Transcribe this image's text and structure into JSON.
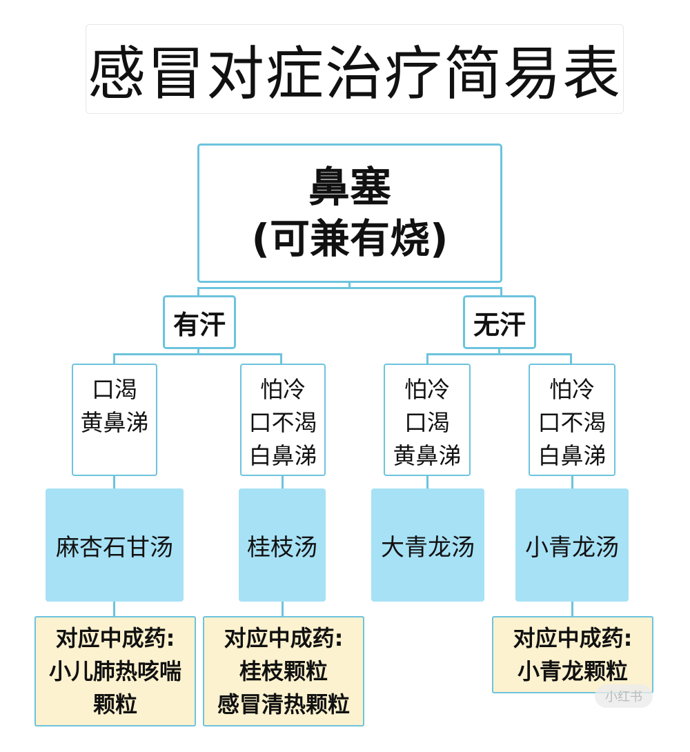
{
  "title": "感冒对症治疗简易表",
  "root": {
    "line1": "鼻塞",
    "line2": "(可兼有烧)"
  },
  "branches": [
    {
      "label": "有汗",
      "items": [
        {
          "symptoms": [
            "口渴",
            "黄鼻涕"
          ],
          "remedy": "麻杏石甘汤",
          "medicine": [
            "对应中成药:",
            "小儿肺热咳喘",
            "颗粒"
          ]
        },
        {
          "symptoms": [
            "怕冷",
            "口不渴",
            "白鼻涕"
          ],
          "remedy": "桂枝汤",
          "medicine": [
            "对应中成药:",
            "桂枝颗粒",
            "感冒清热颗粒"
          ]
        }
      ]
    },
    {
      "label": "无汗",
      "items": [
        {
          "symptoms": [
            "怕冷",
            "口渴",
            "黄鼻涕"
          ],
          "remedy": "大青龙汤",
          "medicine": []
        },
        {
          "symptoms": [
            "怕冷",
            "口不渴",
            "白鼻涕"
          ],
          "remedy": "小青龙汤",
          "medicine": [
            "对应中成药:",
            "小青龙颗粒"
          ]
        }
      ]
    }
  ],
  "watermark": "小红书",
  "colors": {
    "border": "#6cc3dd",
    "remedy_fill": "#a7e1f5",
    "medicine_fill": "#fdf2cf"
  }
}
